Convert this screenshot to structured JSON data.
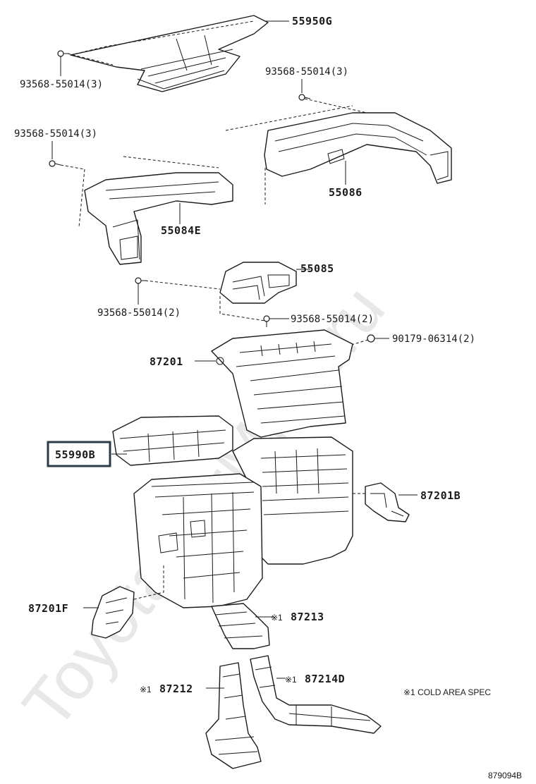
{
  "watermark": "ToyotaCarMinerru",
  "labels": {
    "p55950G": "55950G",
    "p93568_a": "93568-55014(3)",
    "p93568_b": "93568-55014(3)",
    "p93568_c": "93568-55014(3)",
    "p55086": "55086",
    "p55084E": "55084E",
    "p55085": "55085",
    "p93568_d": "93568-55014(2)",
    "p93568_e": "93568-55014(2)",
    "p90179": "90179-06314(2)",
    "p87201": "87201",
    "p55990B": "55990B",
    "p87201B": "87201B",
    "p87201F": "87201F",
    "p87213_mark": "※1",
    "p87213": "87213",
    "p87212_mark": "※1",
    "p87212": "87212",
    "p87214D_mark": "※1",
    "p87214D": "87214D"
  },
  "note": "※1 COLD AREA SPEC",
  "diagram_code": "879094B",
  "highlighted_part": "55990B",
  "colors": {
    "line": "#1a1a1a",
    "highlight_border": "#2b3a4a",
    "watermark": "#e8e8e8"
  }
}
